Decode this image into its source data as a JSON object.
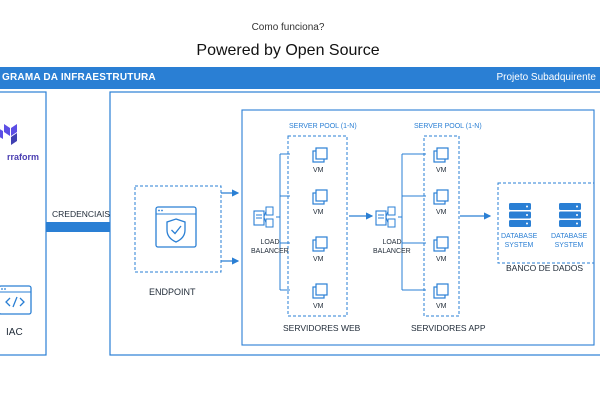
{
  "header": {
    "kicker": "Como funciona?",
    "title": "Powered by Open Source"
  },
  "banner": {
    "left_text": "GRAMA DA INFRAESTRUTURA",
    "right_text": "Projeto Subadquirente"
  },
  "left_panel": {
    "terraform_label": "rraform",
    "iac_label": "IAC"
  },
  "flow": {
    "credentials_label": "CREDENCIAIS",
    "endpoint_label": "ENDPOINT"
  },
  "web_tier": {
    "pool_label": "SERVER POOL (1-N)",
    "vm_label": "VM",
    "lb_line1": "LOAD",
    "lb_line2": "BALANCER",
    "caption": "SERVIDORES WEB"
  },
  "app_tier": {
    "pool_label": "SERVER POOL (1-N)",
    "vm_label": "VM",
    "lb_line1": "LOAD",
    "lb_line2": "BALANCER",
    "caption": "SERVIDORES APP"
  },
  "database": {
    "db1_line1": "DATABASE",
    "db1_line2": "SYSTEM",
    "db2_line1": "DATABASE",
    "db2_line2": "SYSTEM",
    "caption": "BANCO DE DADOS"
  },
  "colors": {
    "accent": "#2a7fd4",
    "border": "#2a7fd4",
    "text": "#1f2a37"
  }
}
